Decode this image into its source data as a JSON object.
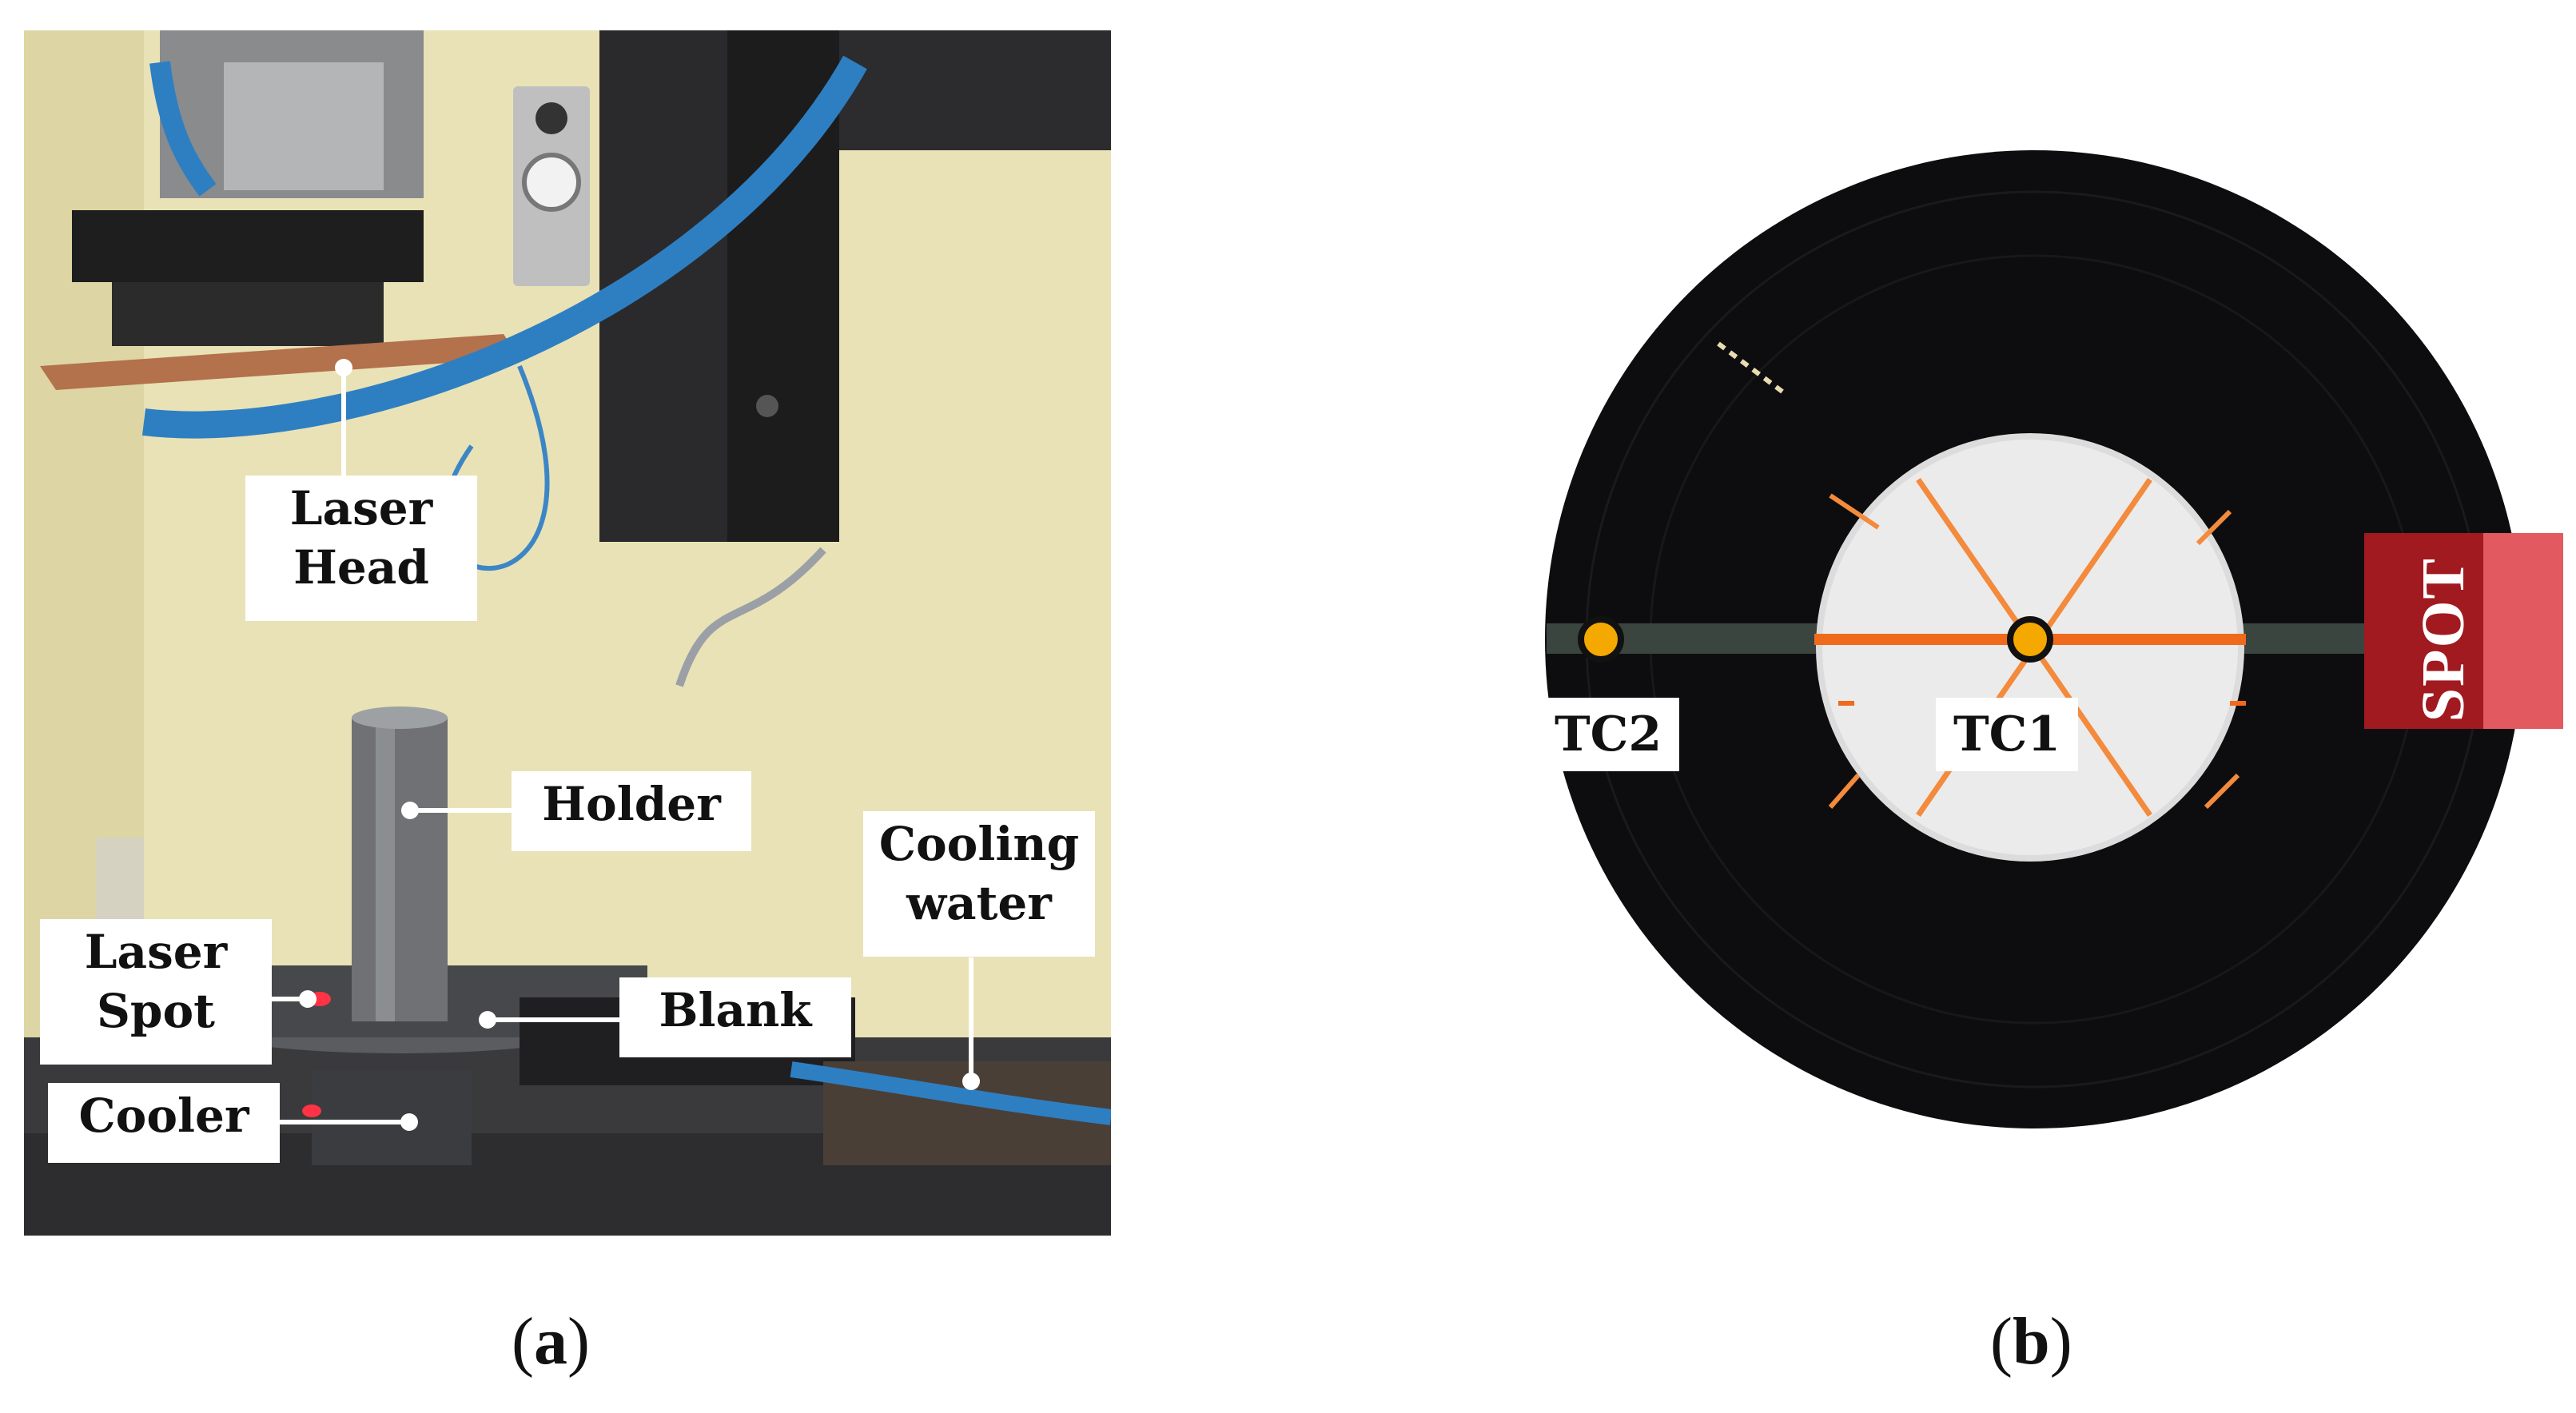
{
  "panel_a": {
    "caption_letter": "a",
    "labels": {
      "laser_head": "Laser\nHead",
      "holder": "Holder",
      "cooling_water": "Cooling\nwater",
      "laser_spot": "Laser\nSpot",
      "blank": "Blank",
      "cooler": "Cooler"
    }
  },
  "panel_b": {
    "caption_letter": "b",
    "labels": {
      "tc1": "TC1",
      "tc2": "TC2",
      "spot": "SPOT"
    }
  },
  "colors": {
    "thermocouple_marker": "#f5a800",
    "spot_box": "#a11a1f",
    "hose_blue": "#2e7fc2"
  }
}
